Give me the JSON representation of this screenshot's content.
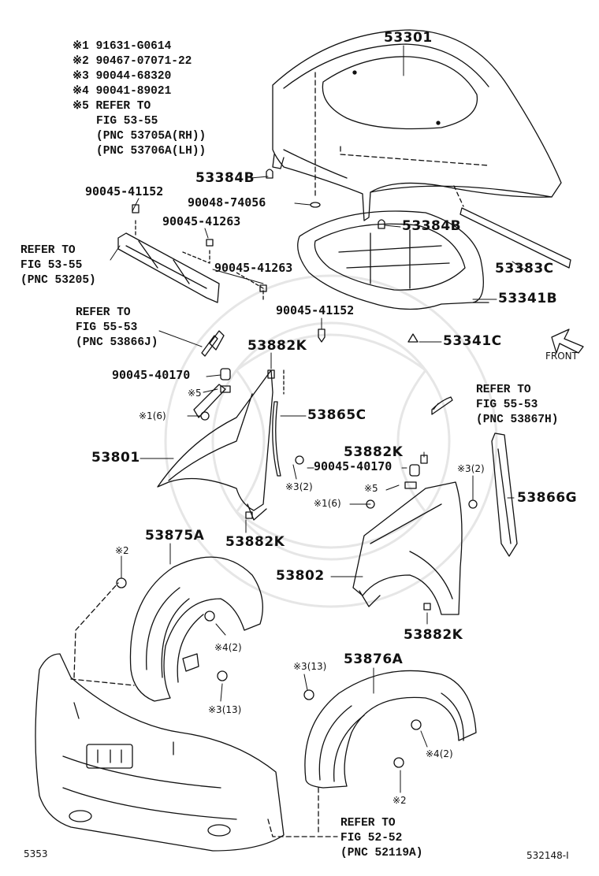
{
  "legend": [
    {
      "mark": "※1",
      "part": "91631-G0614"
    },
    {
      "mark": "※2",
      "part": "90467-07071-22"
    },
    {
      "mark": "※3",
      "part": "90044-68320"
    },
    {
      "mark": "※4",
      "part": "90041-89021"
    }
  ],
  "legend_ref": {
    "line1": "※5 REFER TO",
    "line2": "FIG 53-55",
    "line3": "(PNC 53705A(RH))",
    "line4": "(PNC 53706A(LH))"
  },
  "parts": {
    "hood": "53301",
    "bumper_53384b_left": "53384B",
    "bumper_53384b_right": "53384B",
    "plug_74056": "90048-74056",
    "clip_41152_top": "90045-41152",
    "clip_41263_a": "90045-41263",
    "clip_41263_b": "90045-41263",
    "weatherstrip": "53383C",
    "insulator": "53341B",
    "insulator_clip": "53341C",
    "clip_41152_mid": "90045-41152",
    "seal_k_top": "53882K",
    "clip_40170_left": "90045-40170",
    "seal_53865c": "53865C",
    "fender_lh": "53801",
    "seal_k_left_bottom": "53882K",
    "seal_k_right_top": "53882K",
    "clip_40170_right": "90045-40170",
    "seal_53866g": "53866G",
    "fender_rh": "53802",
    "seal_k_right_bottom": "53882K",
    "liner_lh": "53875A",
    "liner_rh": "53876A"
  },
  "refs": {
    "ref_5355": [
      "REFER TO",
      "FIG 53-55",
      "(PNC 53205)"
    ],
    "ref_53866j": [
      "REFER TO",
      "FIG 55-53",
      "(PNC 53866J)"
    ],
    "ref_53867h": [
      "REFER TO",
      "FIG 55-53",
      "(PNC 53867H)"
    ],
    "ref_52119a": [
      "REFER TO",
      "FIG 52-52",
      "(PNC 52119A)"
    ]
  },
  "callouts": {
    "m5_left": "※5",
    "m1_left": "※1(6)",
    "m3_2_left": "※3(2)",
    "m5_right": "※5",
    "m1_right": "※1(6)",
    "m3_2_right": "※3(2)",
    "m2_top": "※2",
    "m4_2_left": "※4(2)",
    "m3_13_left": "※3(13)",
    "m3_13_right": "※3(13)",
    "m4_2_right": "※4(2)",
    "m2_bottom": "※2"
  },
  "front_label": "FRONT",
  "footer": {
    "left": "5353",
    "right": "532148-I"
  }
}
